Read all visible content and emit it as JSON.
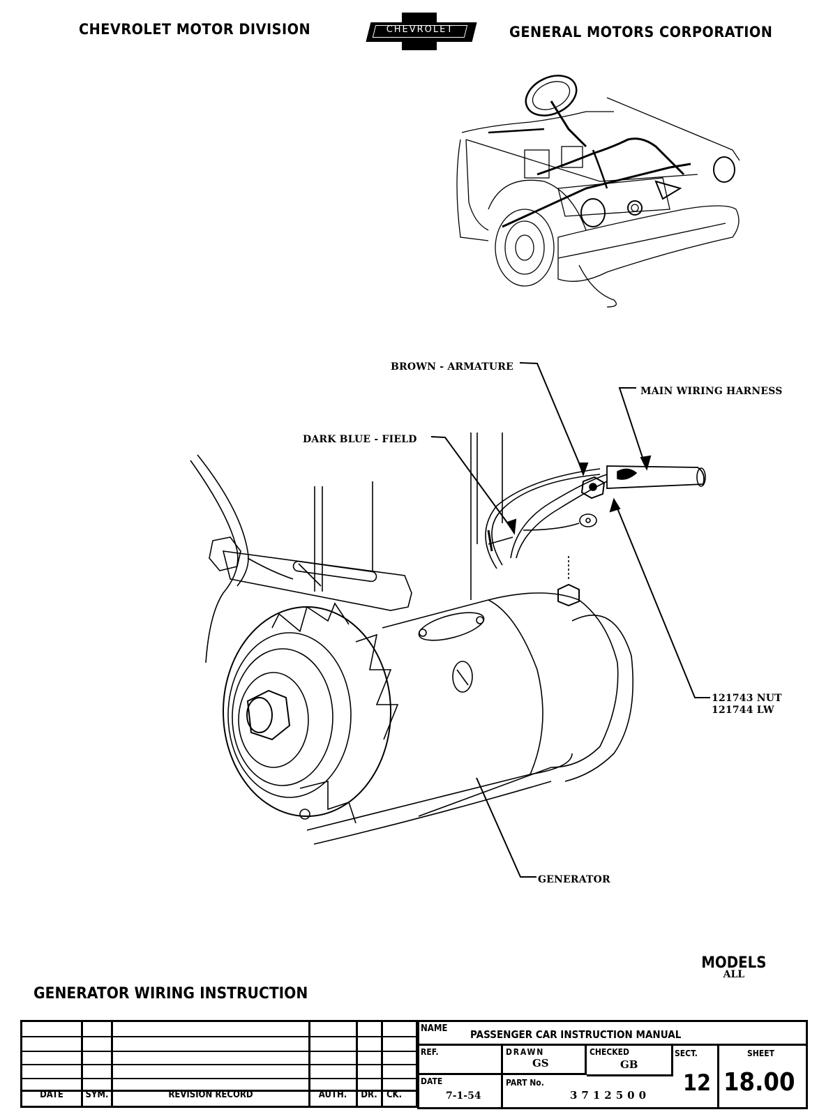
{
  "header": {
    "left_title": "CHEVROLET MOTOR DIVISION",
    "logo_text": "CHEVROLET",
    "right_title": "GENERAL MOTORS CORPORATION"
  },
  "diagram": {
    "overview_illustration": "front-end-wiring-harness-overview",
    "main_illustration": "generator-assembly",
    "callouts": {
      "brown_armature": "BROWN - ARMATURE",
      "main_wiring_harness": "MAIN WIRING HARNESS",
      "dark_blue_field": "DARK BLUE - FIELD",
      "nut": "121743 NUT",
      "lock_washer": "121744 LW",
      "generator": "GENERATOR"
    }
  },
  "models": {
    "label": "MODELS",
    "value": "ALL"
  },
  "document_title": "GENERATOR WIRING INSTRUCTION",
  "revision_table": {
    "headers": [
      "DATE",
      "SYM.",
      "REVISION RECORD",
      "AUTH.",
      "DR.",
      "CK."
    ],
    "rows": [
      [
        "",
        "",
        "",
        "",
        "",
        ""
      ],
      [
        "",
        "",
        "",
        "",
        "",
        ""
      ],
      [
        "",
        "",
        "",
        "",
        "",
        ""
      ],
      [
        "",
        "",
        "",
        "",
        "",
        ""
      ],
      [
        "",
        "",
        "",
        "",
        "",
        ""
      ]
    ]
  },
  "title_block": {
    "name_label": "NAME",
    "name_value": "PASSENGER CAR INSTRUCTION MANUAL",
    "ref_label": "REF.",
    "ref_value": "",
    "drawn_label": "DRAWN",
    "drawn_value": "GS",
    "checked_label": "CHECKED",
    "checked_value": "GB",
    "sect_label": "SECT.",
    "sect_value": "12",
    "sheet_label": "SHEET",
    "sheet_value": "18.00",
    "date_label": "DATE",
    "date_value": "7-1-54",
    "part_label": "PART No.",
    "part_value": "3712500"
  }
}
